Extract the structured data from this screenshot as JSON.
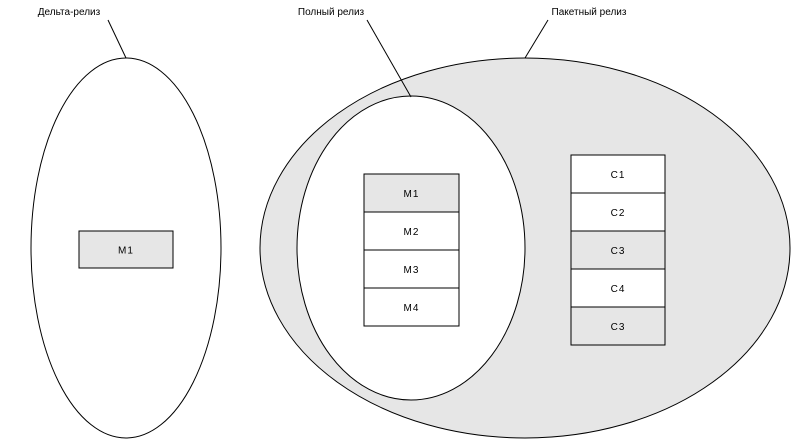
{
  "colors": {
    "outline": "#000000",
    "shaded": "#e6e6e6",
    "plain": "#ffffff"
  },
  "labels": {
    "delta": "Дельта-релиз",
    "full": "Полный релиз",
    "package": "Пакетный релиз"
  },
  "delta_release": {
    "modules": [
      {
        "text": "M1",
        "shaded": true
      }
    ]
  },
  "full_release": {
    "modules": [
      {
        "text": "M1",
        "shaded": true
      },
      {
        "text": "M2",
        "shaded": false
      },
      {
        "text": "M3",
        "shaded": false
      },
      {
        "text": "M4",
        "shaded": false
      }
    ]
  },
  "package_release": {
    "modules": [
      {
        "text": "C1",
        "shaded": false
      },
      {
        "text": "C2",
        "shaded": false
      },
      {
        "text": "C3",
        "shaded": true
      },
      {
        "text": "C4",
        "shaded": false
      },
      {
        "text": "C3",
        "shaded": true
      }
    ]
  }
}
